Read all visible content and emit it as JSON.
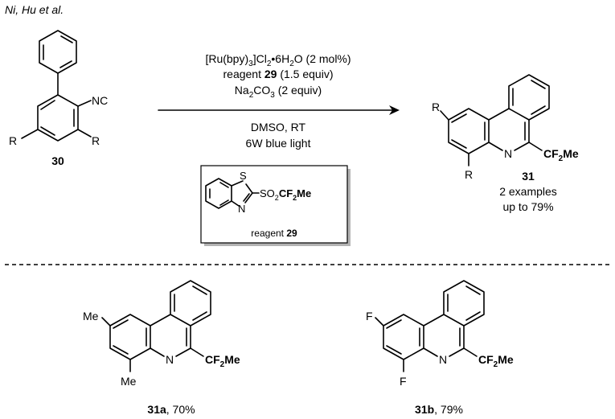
{
  "header": {
    "authors": "Ni, Hu et al."
  },
  "reaction": {
    "conditions_above": [
      {
        "pre": "[Ru(bpy)",
        "sub": "3",
        "mid": "]Cl",
        "sub2": "2",
        "post": "•6H",
        "sub3": "2",
        "post2": "O (2 mol%)"
      },
      {
        "pre": "reagent ",
        "bold": "29",
        "post": " (1.5 equiv)"
      },
      {
        "pre": "Na",
        "sub": "2",
        "mid": "CO",
        "sub2": "3",
        "post": " (2 equiv)"
      }
    ],
    "conditions_below": [
      "DMSO, RT",
      "6W blue light"
    ],
    "reagent_box": {
      "so2": "SO",
      "so2_sub": "2",
      "cf": "CF",
      "cf_sub": "2",
      "me": "Me",
      "caption_pre": "reagent ",
      "caption_num": "29",
      "atom_s": "S",
      "atom_n": "N"
    },
    "start_material": {
      "number": "30",
      "group": "NC",
      "r": "R"
    },
    "product": {
      "number": "31",
      "examples": "2 examples",
      "yield": "up to 79%",
      "r": "R",
      "n": "N",
      "cf": "CF",
      "cf_sub": "2",
      "me": "Me"
    }
  },
  "products": [
    {
      "sub1": "Me",
      "sub2": "Me",
      "n": "N",
      "cf": "CF",
      "cf_sub": "2",
      "me": "Me",
      "label_num": "31a",
      "label_yield": ", 70%"
    },
    {
      "sub1": "F",
      "sub2": "F",
      "n": "N",
      "cf": "CF",
      "cf_sub": "2",
      "me": "Me",
      "label_num": "31b",
      "label_yield": ", 79%"
    }
  ],
  "colors": {
    "ink": "#000000",
    "box_shadow": "#b3b3b3",
    "divider": "#000000"
  }
}
